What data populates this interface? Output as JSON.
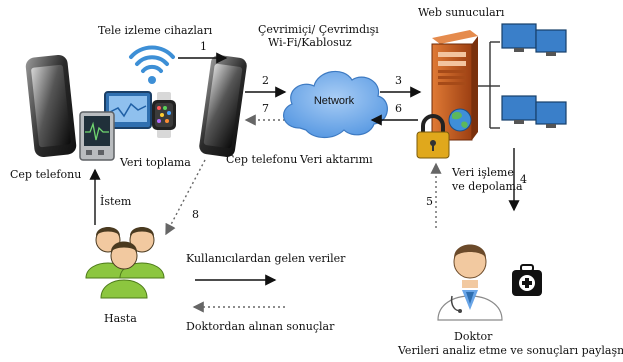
{
  "labels": {
    "tele_devices": "Tele izleme cihazları",
    "online_offline": "Çevrimiçi/ Çevrimdışı",
    "wifi_wireless": "Wi-Fi/Kablosuz",
    "web_servers": "Web sunucuları",
    "phone_left": "Cep telefonu",
    "data_collection": "Veri toplama",
    "phone_mid": "Cep telefonu",
    "data_transfer": "Veri aktarımı",
    "network": "Network",
    "processing_1": "Veri işleme",
    "processing_2": "ve depolama",
    "request": "İstem",
    "patient": "Hasta",
    "from_users": "Kullanıcılardan gelen veriler",
    "from_doctor": "Doktordan alınan sonuçlar",
    "doctor": "Doktor",
    "doctor_task": "Verileri analiz etme ve sonuçları paylaşma"
  },
  "steps": [
    "1",
    "2",
    "3",
    "4",
    "5",
    "6",
    "7",
    "8"
  ],
  "colors": {
    "wifi": "#3d8fd6",
    "cloud": "#6aa6e8",
    "server": "#c25a1e",
    "monitor": "#2f6fb0",
    "people": "#8cc63f",
    "lock": "#e0a81c"
  },
  "icons": [
    "smartphone-icon",
    "wifi-icon",
    "smartwatch-icon",
    "monitor-device-icon",
    "cloud-icon",
    "server-icon",
    "desktop-icon",
    "lock-icon",
    "globe-icon",
    "patients-icon",
    "doctor-icon",
    "medical-kit-icon"
  ]
}
